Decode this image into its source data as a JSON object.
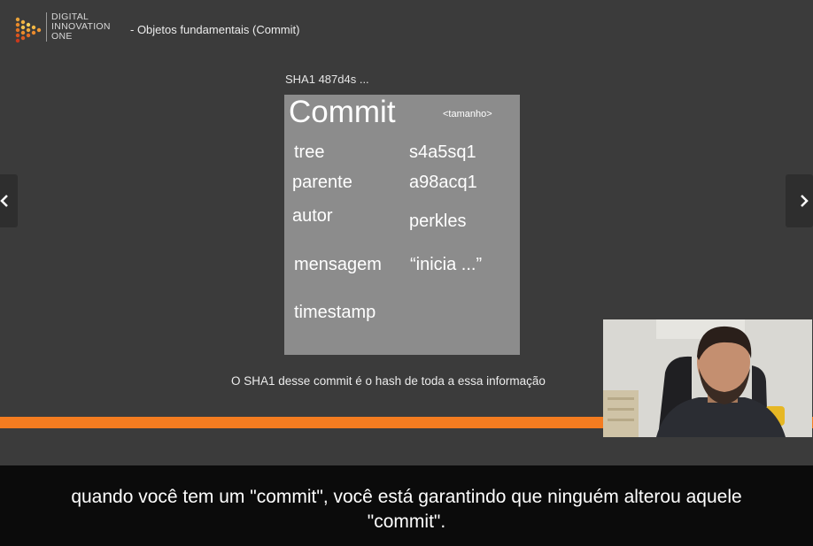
{
  "brand": {
    "line1": "DIGITAL",
    "line2": "INNOVATION",
    "line3": "ONE"
  },
  "slide_title": "- Objetos fundamentais (Commit)",
  "sha_label": "SHA1 487d4s ...",
  "card": {
    "title": "Commit",
    "size_label": "<tamanho>",
    "fields": [
      {
        "key": "tree",
        "value": "s4a5sq1"
      },
      {
        "key": "parente",
        "value": "a98acq1"
      },
      {
        "key": "autor",
        "value": "perkles"
      },
      {
        "key": "mensagem",
        "value": "“inicia ...”"
      },
      {
        "key": "timestamp",
        "value": ""
      }
    ]
  },
  "caption": "O SHA1 desse commit é o hash de toda a essa informação",
  "subtitle": {
    "line1": "quando você tem um \"commit\", você está garantindo que ninguém alterou aquele",
    "line2": "\"commit\"."
  },
  "colors": {
    "accent": "#f47c20",
    "card": "#8c8c8c",
    "bg": "#3b3b3b"
  },
  "icons": {
    "prev": "chevron-left-icon",
    "next": "chevron-right-icon"
  }
}
